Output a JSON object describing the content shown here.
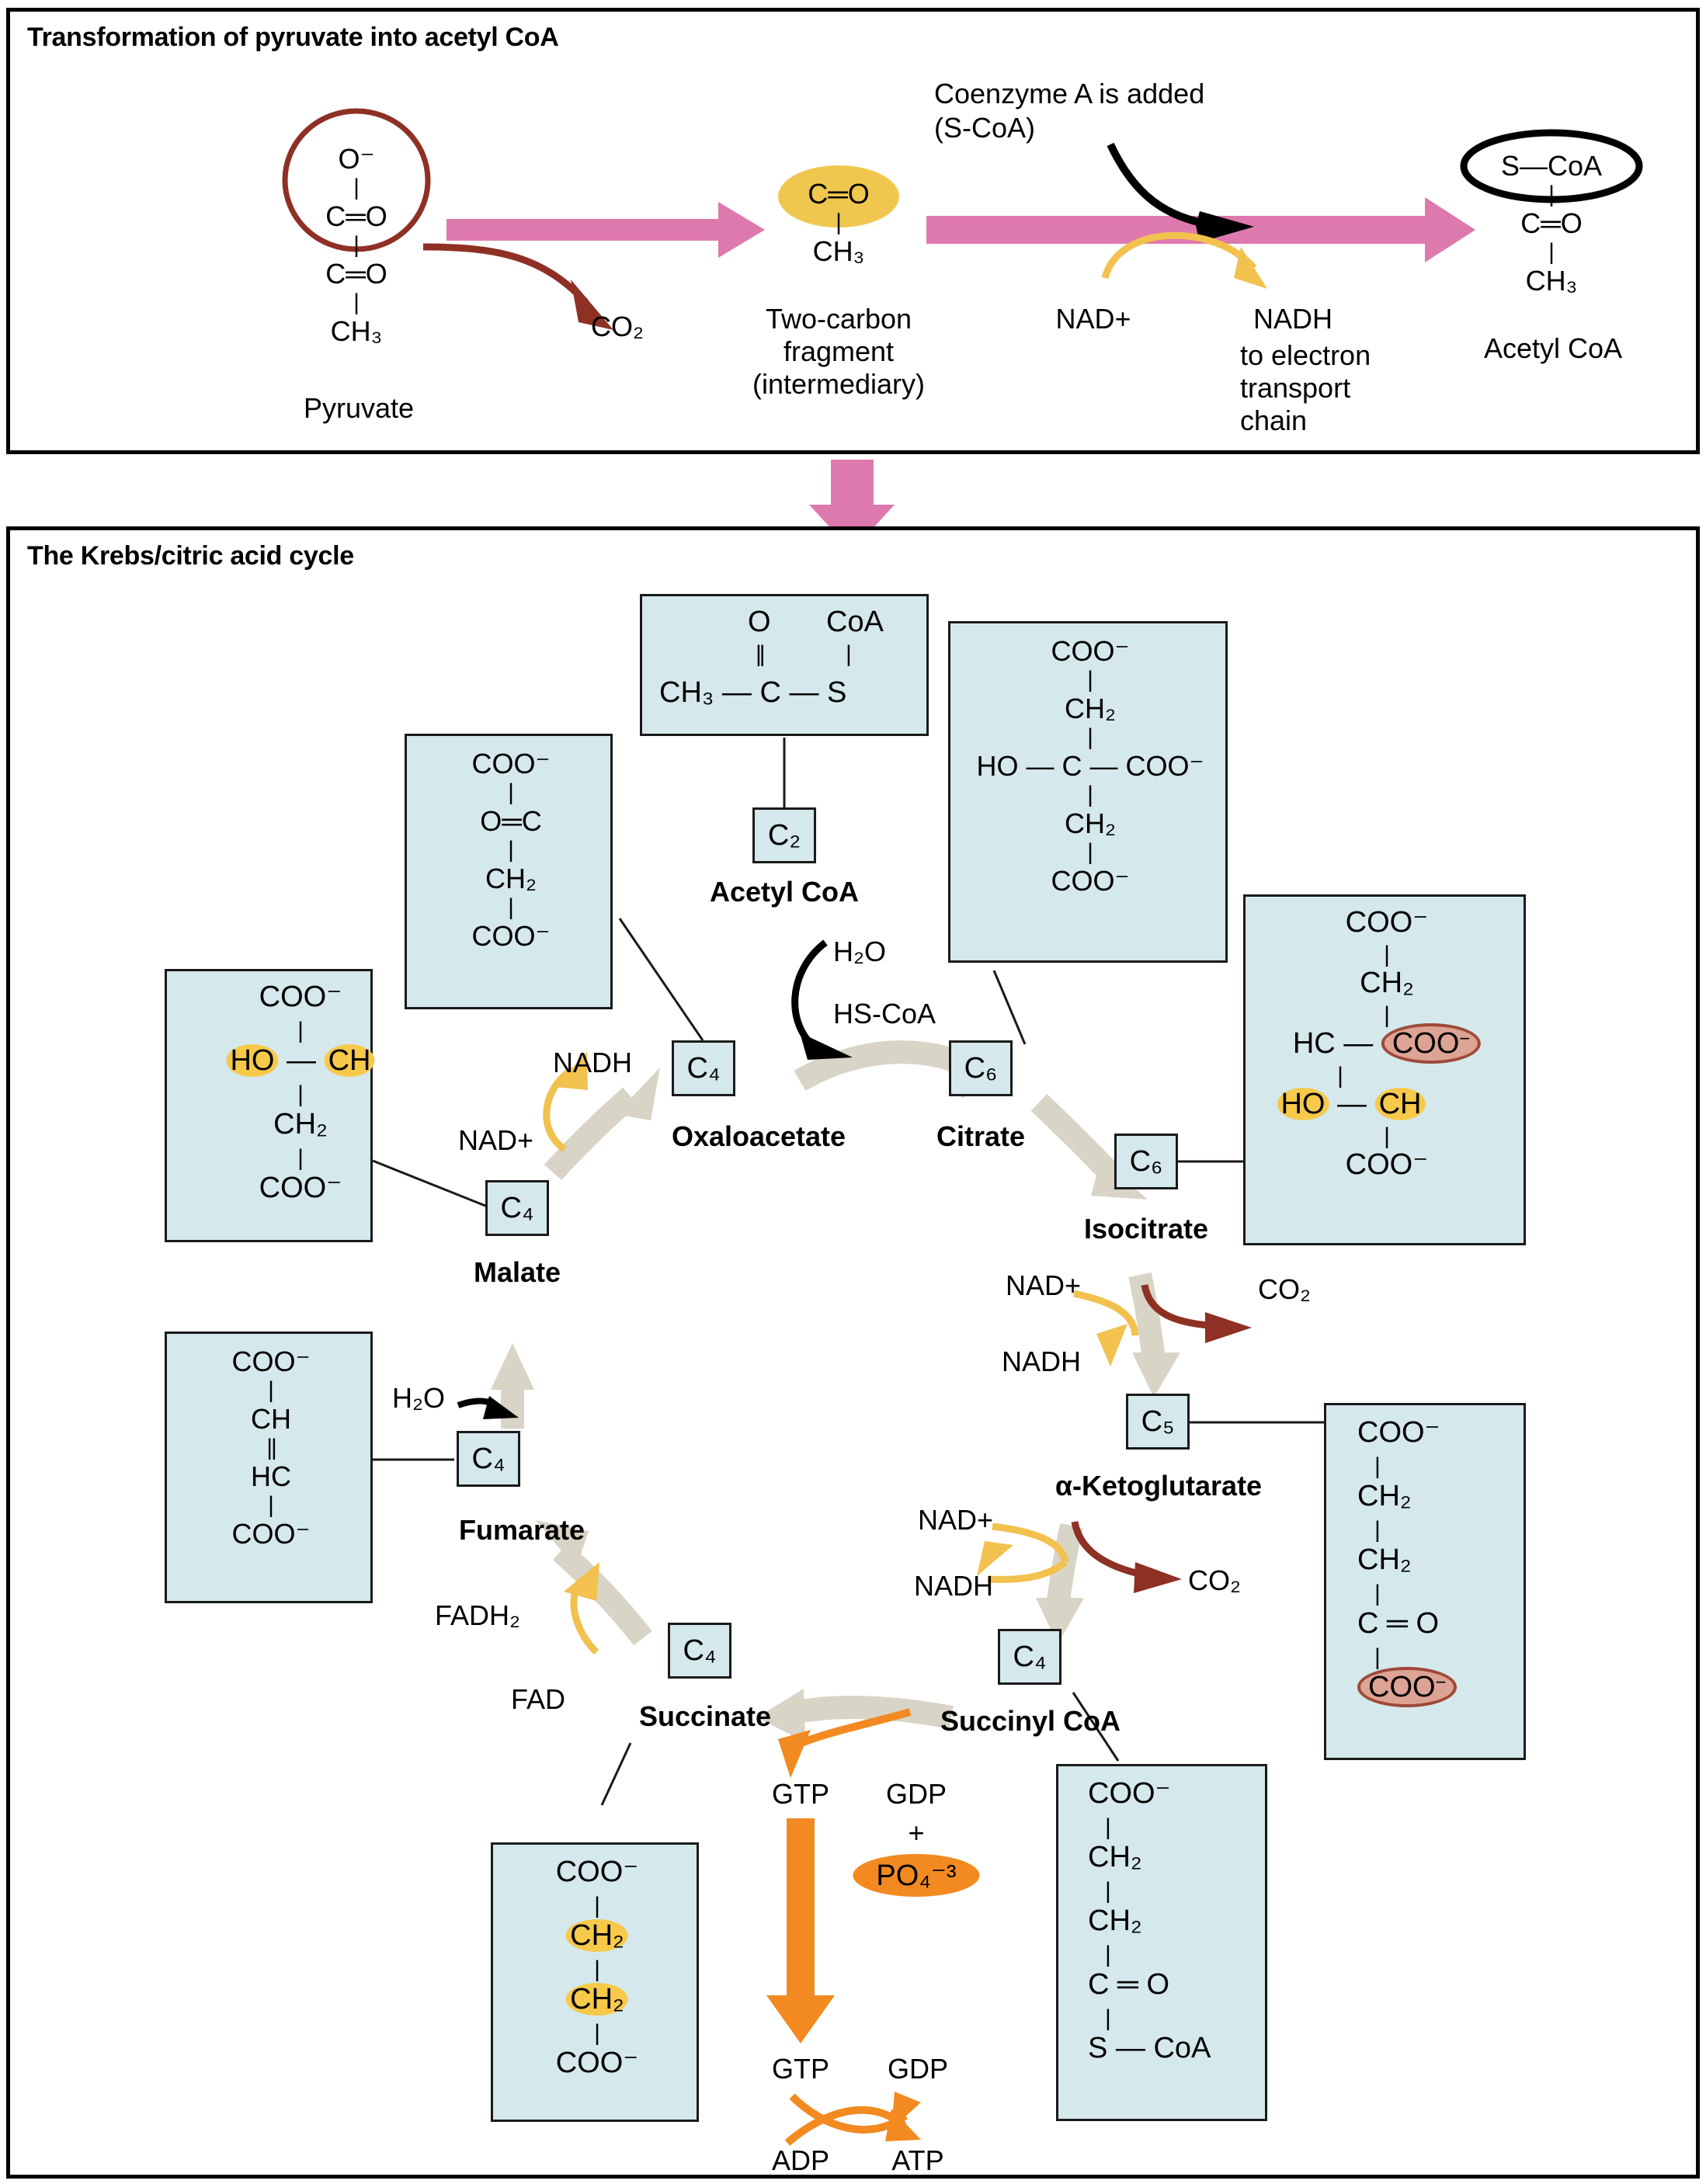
{
  "panels": {
    "top": {
      "title": "Transformation of pyruvate into acetyl CoA"
    },
    "cycle": {
      "title": "The Krebs/citric acid cycle"
    }
  },
  "top_panel": {
    "pyruvate": {
      "name": "Pyruvate",
      "rows": [
        "O⁻",
        "C═O",
        "C═O",
        "CH₃"
      ],
      "circled_row": "O⁻"
    },
    "co2_label": "CO₂",
    "fragment": {
      "highlight_row": "C═O",
      "second_row": "CH₃",
      "name_line1": "Two-carbon",
      "name_line2": "fragment",
      "name_line3": "(intermediary)"
    },
    "coenzyme_note_line1": "Coenzyme A is added",
    "coenzyme_note_line2": "(S-CoA)",
    "nad_label": "NAD+",
    "nadh_label": "NADH",
    "nadh_dest_line1": "to electron",
    "nadh_dest_line2": "transport",
    "nadh_dest_line3": "chain",
    "acetyl_coa": {
      "circled_row": "S—CoA",
      "rows": [
        "S—CoA",
        "C═O",
        "CH₃"
      ],
      "name": "Acetyl CoA"
    }
  },
  "cycle": {
    "intermediates": [
      {
        "key": "acetyl_coa",
        "carbon": "C₂",
        "name": "Acetyl CoA"
      },
      {
        "key": "oxaloacetate",
        "carbon": "C₄",
        "name": "Oxaloacetate"
      },
      {
        "key": "citrate",
        "carbon": "C₆",
        "name": "Citrate"
      },
      {
        "key": "isocitrate",
        "carbon": "C₆",
        "name": "Isocitrate"
      },
      {
        "key": "ketoglutarate",
        "carbon": "C₅",
        "name": "α-Ketoglutarate"
      },
      {
        "key": "succinyl_coa",
        "carbon": "C₄",
        "name": "Succinyl CoA"
      },
      {
        "key": "succinate",
        "carbon": "C₄",
        "name": "Succinate"
      },
      {
        "key": "fumarate",
        "carbon": "C₄",
        "name": "Fumarate"
      },
      {
        "key": "malate",
        "carbon": "C₄",
        "name": "Malate"
      }
    ],
    "structures": {
      "acetyl_coa_top": "O",
      "acetyl_coa_coa": "CoA",
      "acetyl_coa_chain": "CH₃ — C — S",
      "oxaloacetate_rows": [
        "COO⁻",
        "O═C",
        "CH₂",
        "COO⁻"
      ],
      "citrate_rows": [
        "COO⁻",
        "CH₂",
        "HO — C — COO⁻",
        "CH₂",
        "COO⁻"
      ],
      "isocitrate_rows": [
        "COO⁻",
        "CH₂",
        "HC — COO⁻",
        "HO — CH",
        "COO⁻"
      ],
      "ketoglutarate_rows": [
        "COO⁻",
        "CH₂",
        "CH₂",
        "C ═ O",
        "COO⁻"
      ],
      "succinyl_rows": [
        "COO⁻",
        "CH₂",
        "CH₂",
        "C ═ O",
        "S — CoA"
      ],
      "succinate_rows": [
        "COO⁻",
        "CH₂",
        "CH₂",
        "COO⁻"
      ],
      "fumarate_rows": [
        "COO⁻",
        "CH",
        "HC",
        "COO⁻"
      ],
      "malate_rows": [
        "COO⁻",
        "HO — CH",
        "CH₂",
        "COO⁻"
      ]
    },
    "cofactors": {
      "h2o_top": "H₂O",
      "hs_coa": "HS-CoA",
      "h2o_fumarate": "H₂O",
      "nad_malate": "NAD+",
      "nadh_malate": "NADH",
      "nad_isocitrate": "NAD+",
      "nadh_isocitrate": "NADH",
      "co2_isocitrate": "CO₂",
      "nad_ketoglutarate": "NAD+",
      "nadh_ketoglutarate": "NADH",
      "co2_ketoglutarate": "CO₂",
      "fadh2": "FADH₂",
      "fad": "FAD"
    },
    "energy": {
      "gtp_upper": "GTP",
      "gdp_upper": "GDP",
      "plus": "+",
      "phosphate": "PO₄⁻³",
      "gtp_lower": "GTP",
      "gdp_lower": "GDP",
      "adp": "ADP",
      "atp": "ATP"
    }
  },
  "colors": {
    "box_fill": "#d5e8ec",
    "box_stroke": "#1a1a1a",
    "pink_arrow": "#de79ae",
    "yellow_highlight": "#f7c94b",
    "rose_highlight": "#dda394",
    "rose_stroke": "#9e4a39",
    "dark_red": "#8e3024",
    "tan_arrow": "#d8d4c6",
    "orange": "#f28a21",
    "gold_arrow": "#f2c14e"
  }
}
